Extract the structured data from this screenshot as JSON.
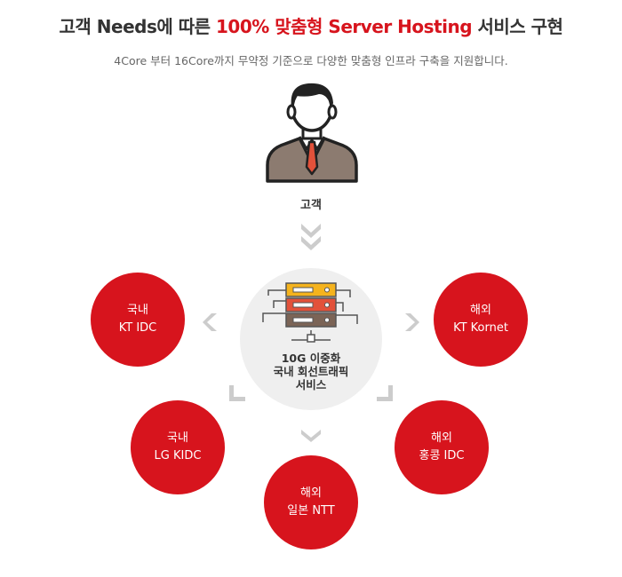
{
  "header": {
    "title_prefix": "고객 Needs에 따른 ",
    "title_accent": "100% 맞춤형 Server Hosting",
    "title_suffix": " 서비스 구현",
    "subtitle": "4Core 부터 16Core까지 무약정 기준으로 다양한 맞춤형 인프라 구축을 지원합니다."
  },
  "customer": {
    "label": "고객",
    "icon": "businessman-icon"
  },
  "hub": {
    "icon": "server-rack-icon",
    "lines": [
      "10G 이중화",
      "국내 회선트래픽",
      "서비스"
    ]
  },
  "nodes": {
    "kt_idc": {
      "line1": "국내",
      "line2": "KT IDC"
    },
    "kt_kornet": {
      "line1": "해외",
      "line2": "KT Kornet"
    },
    "lg_kidc": {
      "line1": "국내",
      "line2": "LG KIDC"
    },
    "hk_idc": {
      "line1": "해외",
      "line2": "홍콩 IDC"
    },
    "japan_ntt": {
      "line1": "해외",
      "line2": "일본 NTT"
    }
  },
  "colors": {
    "accent": "#d7141d",
    "hub_bg": "#efefef",
    "arrow": "#cccccc",
    "server_yellow": "#f5b31d",
    "server_red": "#e2513a",
    "server_brown": "#7b6456",
    "suit": "#8c7b70",
    "text": "#333333"
  }
}
